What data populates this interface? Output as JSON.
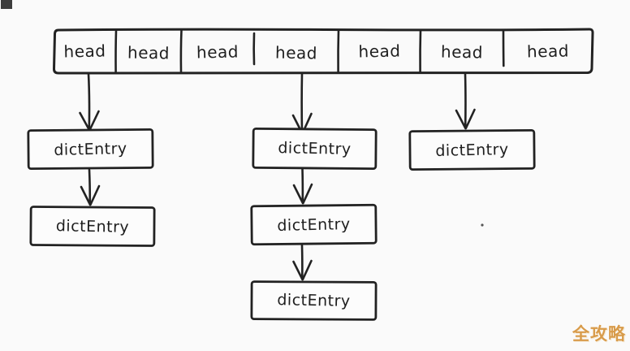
{
  "diagram": {
    "type": "hash-table-separate-chaining",
    "bucket_array": {
      "cells": [
        "head",
        "head",
        "head",
        "head",
        "head",
        "head",
        "head"
      ]
    },
    "chains": [
      {
        "bucket_index": 0,
        "entries": [
          "dictEntry",
          "dictEntry"
        ]
      },
      {
        "bucket_index": 3,
        "entries": [
          "dictEntry",
          "dictEntry",
          "dictEntry"
        ]
      },
      {
        "bucket_index": 5,
        "entries": [
          "dictEntry"
        ]
      }
    ],
    "watermark": "全攻略",
    "colors": {
      "ink": "#222222",
      "background": "#fafafa",
      "box_fill": "#fcfcfc",
      "watermark": "#d89b4a",
      "corner_mark": "#3d3d3d"
    }
  }
}
